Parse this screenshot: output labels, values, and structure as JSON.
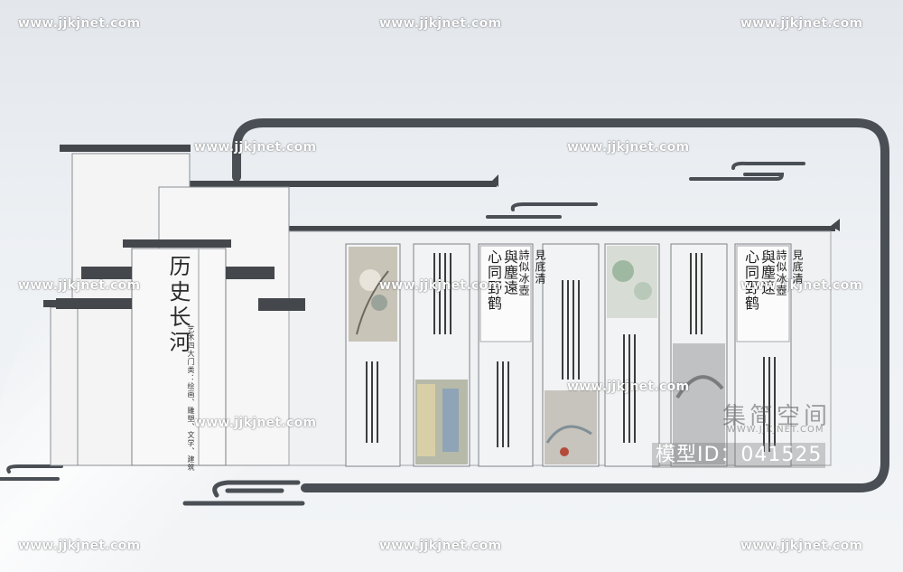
{
  "scene": {
    "title": "历史长河",
    "subtitle": "艺术四大门类：绘画、雕塑、文学、建筑",
    "calligraphy_a": [
      "心同野鹤",
      "與塵遠",
      "詩似冰壺",
      "見底清"
    ],
    "calligraphy_b": [
      "心同野鹤",
      "與塵遠",
      "詩似冰壺",
      "見底清"
    ]
  },
  "watermarks": {
    "site": "www.jjkjnet.com"
  },
  "logo": {
    "brand": "集简空间",
    "site_url": "WWW.JJKJNET.COM",
    "model_id": "模型ID：041525"
  },
  "colors": {
    "frame": "#4a4f55",
    "panel": "#f2f3f4",
    "wall": "#f4f4f4",
    "roof": "#44484d"
  }
}
